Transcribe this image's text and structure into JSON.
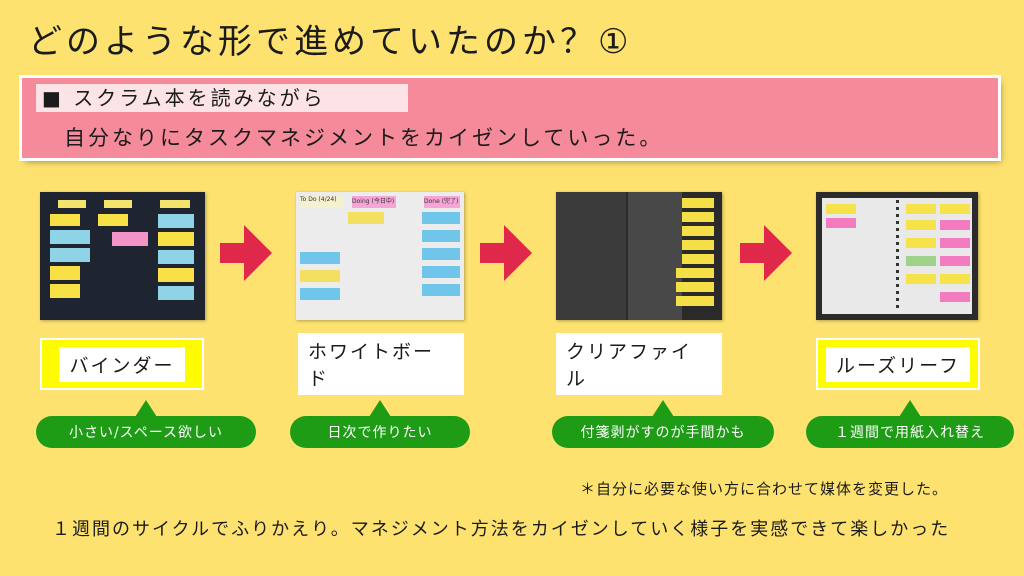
{
  "slide": {
    "title": "どのような形で進めていたのか？①",
    "banner": {
      "tag": "■ スクラム本を読みながら",
      "line": "自分なりにタスクマネジメントをカイゼンしていった。"
    },
    "steps": [
      {
        "label": "バインダー",
        "bubble": "小さい/スペース欲しい",
        "photo": "binder-photo"
      },
      {
        "label": "ホワイトボード",
        "bubble": "日次で作りたい",
        "photo": "whiteboard-photo"
      },
      {
        "label": "クリアファイル",
        "bubble": "付箋剥がすのが手間かも",
        "photo": "clearfile-photo"
      },
      {
        "label": "ルーズリーフ",
        "bubble": "１週間で用紙入れ替え",
        "photo": "looseleaf-photo"
      }
    ],
    "footnote": "＊自分に必要な使い方に合わせて媒体を変更した。",
    "summary": "１週間のサイクルでふりかえり。マネジメント方法をカイゼンしていく様子を実感できて楽しかった"
  },
  "photo_text": {
    "whiteboard": {
      "col1": "To Do (4/24)",
      "col2": "Doing (今日中)",
      "col3": "Done (完了)"
    }
  },
  "colors": {
    "background": "#fde26f",
    "banner": "#f58a9a",
    "arrow": "#e0284a",
    "label": "#fffb00",
    "bubble": "#1f9c16"
  },
  "icons": {
    "arrow": "right-arrow-icon"
  }
}
